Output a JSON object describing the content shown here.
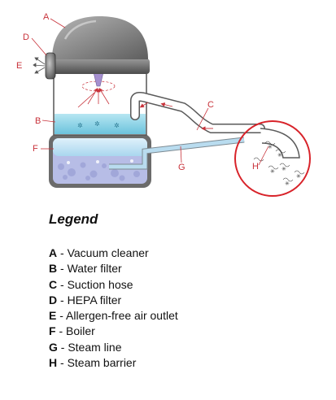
{
  "diagram": {
    "callouts": {
      "A": "A",
      "B": "B",
      "C": "C",
      "D": "D",
      "E": "E",
      "F": "F",
      "G": "G",
      "H": "H"
    },
    "colors": {
      "callout": "#c8323a",
      "dome": "#8a8a8a",
      "water": "#8fd3e6",
      "boiler_fill": "#b7bde6",
      "steam_line": "#b9dcef",
      "barrier_circle": "#d8232a"
    }
  },
  "legend": {
    "title": "Legend",
    "items": [
      {
        "key": "A",
        "label": "- Vacuum cleaner"
      },
      {
        "key": "B",
        "label": "- Water filter"
      },
      {
        "key": "C",
        "label": "- Suction hose"
      },
      {
        "key": "D",
        "label": "- HEPA filter"
      },
      {
        "key": "E",
        "label": "- Allergen-free air outlet"
      },
      {
        "key": "F",
        "label": "- Boiler"
      },
      {
        "key": "G",
        "label": "- Steam line"
      },
      {
        "key": "H",
        "label": "- Steam barrier"
      }
    ]
  }
}
